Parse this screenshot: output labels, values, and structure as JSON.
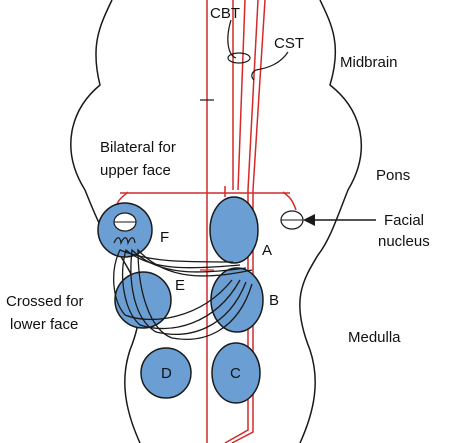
{
  "labels": {
    "cbt": "CBT",
    "cst": "CST",
    "midbrain": "Midbrain",
    "bilateral_line1": "Bilateral for",
    "bilateral_line2": "upper face",
    "pons": "Pons",
    "facial_line1": "Facial",
    "facial_line2": "nucleus",
    "crossed_line1": "Crossed for",
    "crossed_line2": "lower face",
    "medulla": "Medulla",
    "nucleus_a": "A",
    "nucleus_b": "B",
    "nucleus_c": "C",
    "nucleus_d": "D",
    "nucleus_e": "E",
    "nucleus_f": "F"
  },
  "colors": {
    "outline": "#1a1a1a",
    "tract": "#d42a2a",
    "nucleus_fill": "#6b9fd4",
    "background": "#ffffff"
  }
}
